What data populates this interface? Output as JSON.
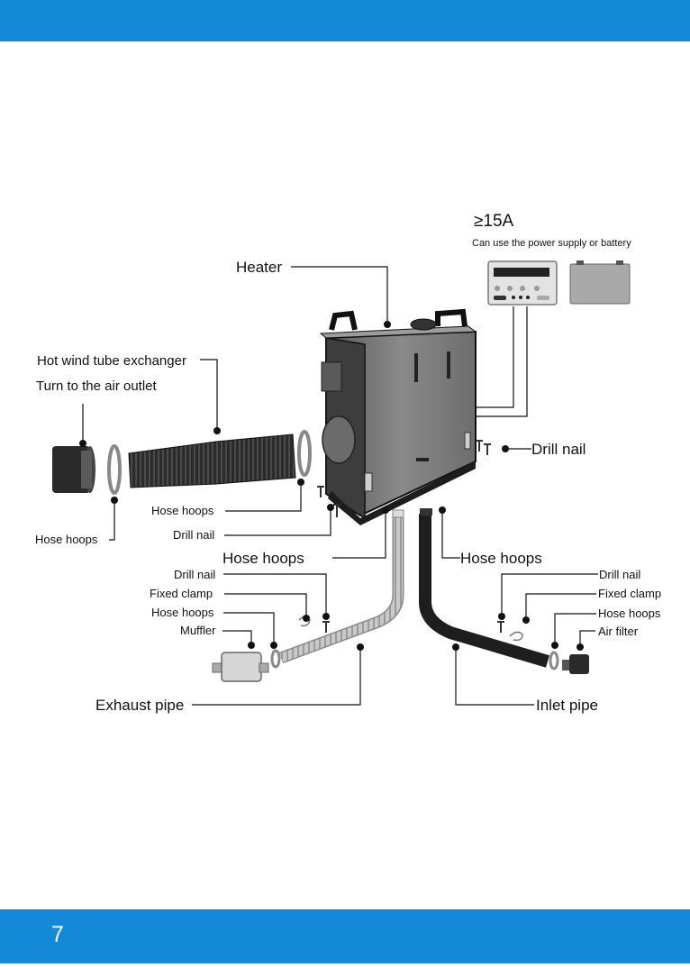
{
  "header": {
    "accent_color": "#1389d8"
  },
  "power": {
    "rating": "≥15A",
    "note": "Can use the power supply or battery"
  },
  "labels": {
    "heater": "Heater",
    "hot_wind_tube": "Hot wind tube exchanger",
    "turn_air_outlet": "Turn to the air outlet",
    "hose_hoops_left": "Hose hoops",
    "hose_hoops_tube": "Hose hoops",
    "drill_nail_mid": "Drill nail",
    "drill_nail_right": "Drill nail",
    "hose_hoops_center_left": "Hose hoops",
    "hose_hoops_center_right": "Hose hoops",
    "drill_nail_exh": "Drill nail",
    "fixed_clamp_exh": "Fixed clamp",
    "hose_hoops_exh": "Hose hoops",
    "muffler": "Muffler",
    "exhaust_pipe": "Exhaust pipe",
    "drill_nail_in": "Drill nail",
    "fixed_clamp_in": "Fixed clamp",
    "hose_hoops_in": "Hose hoops",
    "air_filter": "Air filter",
    "inlet_pipe": "Inlet pipe"
  },
  "footer": {
    "page_number": "7"
  }
}
